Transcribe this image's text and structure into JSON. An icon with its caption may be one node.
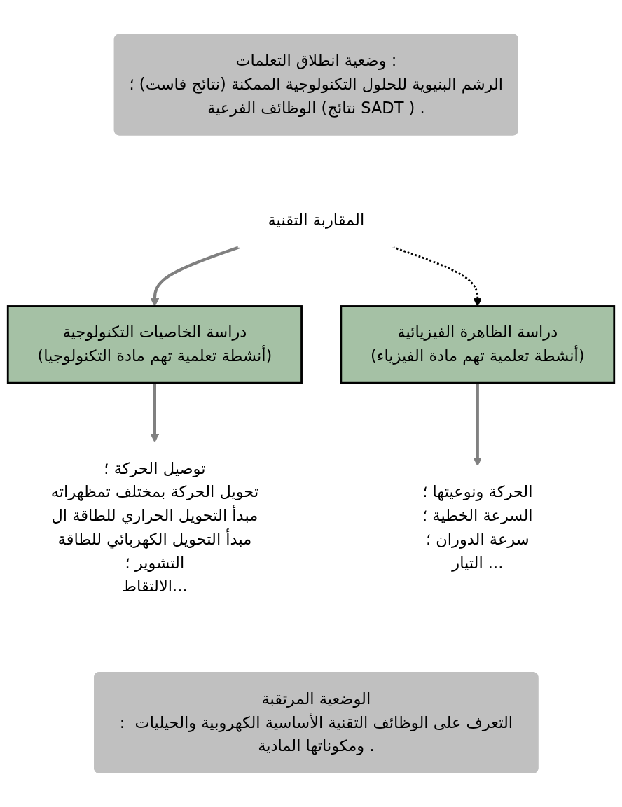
{
  "diagram": {
    "nodes": [
      {
        "text": [
          "وضعية انطلاق التعلمات :",
          "الرشم البنيوية للحلول التكنولوجية الممكنة (نتائج فاست) ؛",
          "الوظائف الفرعية (نتائج SADT ) ."
        ]
      },
      {
        "text": [
          "المقاربة التقنية"
        ]
      },
      {
        "text": [
          "دراسة الخاصيات التكنولوجية",
          "(أنشطة تعلمية تهم مادة التكنولوجيا)"
        ]
      },
      {
        "text": [
          "دراسة الظاهرة الفيزيائية",
          "(أنشطة تعلمية تهم مادة الفيزياء)"
        ]
      },
      {
        "text": [
          "توصيل الحركة ؛",
          "تحويل الحركة بمختلف تمظهراته",
          "مبدأ التحويل الحراري للطاقة ال",
          "مبدأ التحويل الكهربائي للطاقة",
          "التشوير ؛",
          "الالتقاط..."
        ]
      },
      {
        "text": [
          "الحركة ونوعيتها ؛",
          "السرعة الخطية ؛",
          "سرعة الدوران ؛",
          "التيار ..."
        ]
      },
      {
        "text": [
          "الوضعية المرتقبة",
          ": التعرف على الوظائف التقنية الأساسية الكهروبية والحيليات ومكوناتها المادية ."
        ]
      }
    ],
    "edges": [
      {
        "from": 1,
        "to": 2,
        "arrow": "to"
      },
      {
        "from": 1,
        "to": 3,
        "arrow": "to",
        "style": "dashed",
        "color": "#000000"
      },
      {
        "from": 2,
        "to": 4,
        "arrow": "to"
      },
      {
        "from": 3,
        "to": 5,
        "arrow": "to"
      }
    ]
  }
}
